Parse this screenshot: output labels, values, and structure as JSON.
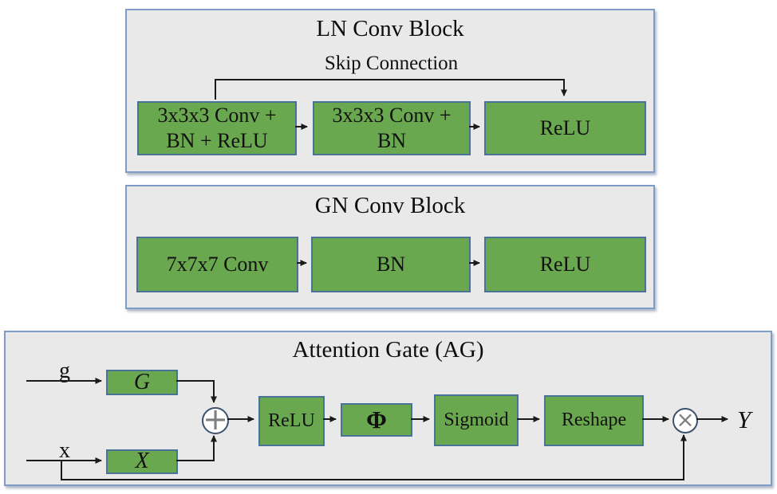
{
  "ln_panel": {
    "title": "LN Conv Block",
    "skip_label": "Skip Connection",
    "box1_line1": "3x3x3 Conv +",
    "box1_line2": "BN + ReLU",
    "box2_line1": "3x3x3 Conv +",
    "box2_line2": "BN",
    "box3": "ReLU"
  },
  "gn_panel": {
    "title": "GN Conv Block",
    "box1": "7x7x7 Conv",
    "box2": "BN",
    "box3": "ReLU"
  },
  "ag_panel": {
    "title": "Attention Gate (AG)",
    "input_g": "g",
    "input_x": "x",
    "box_g": "G",
    "box_x": "X",
    "sum_symbol": "+",
    "box_relu": "ReLU",
    "box_phi": "Φ",
    "box_sigmoid": "Sigmoid",
    "box_reshape": "Reshape",
    "mult_symbol": "×",
    "output": "Y"
  },
  "icons": {
    "sum": "plus-in-circle-icon",
    "multiply": "times-in-circle-icon"
  },
  "colors": {
    "box_fill": "#6aa84f",
    "box_border": "#4a7296",
    "panel_fill": "#e9e9e9",
    "panel_border": "#7f9cc6",
    "wire": "#1a1a1a",
    "operator_gray": "#7f7f7f",
    "background": "#ffffff"
  }
}
